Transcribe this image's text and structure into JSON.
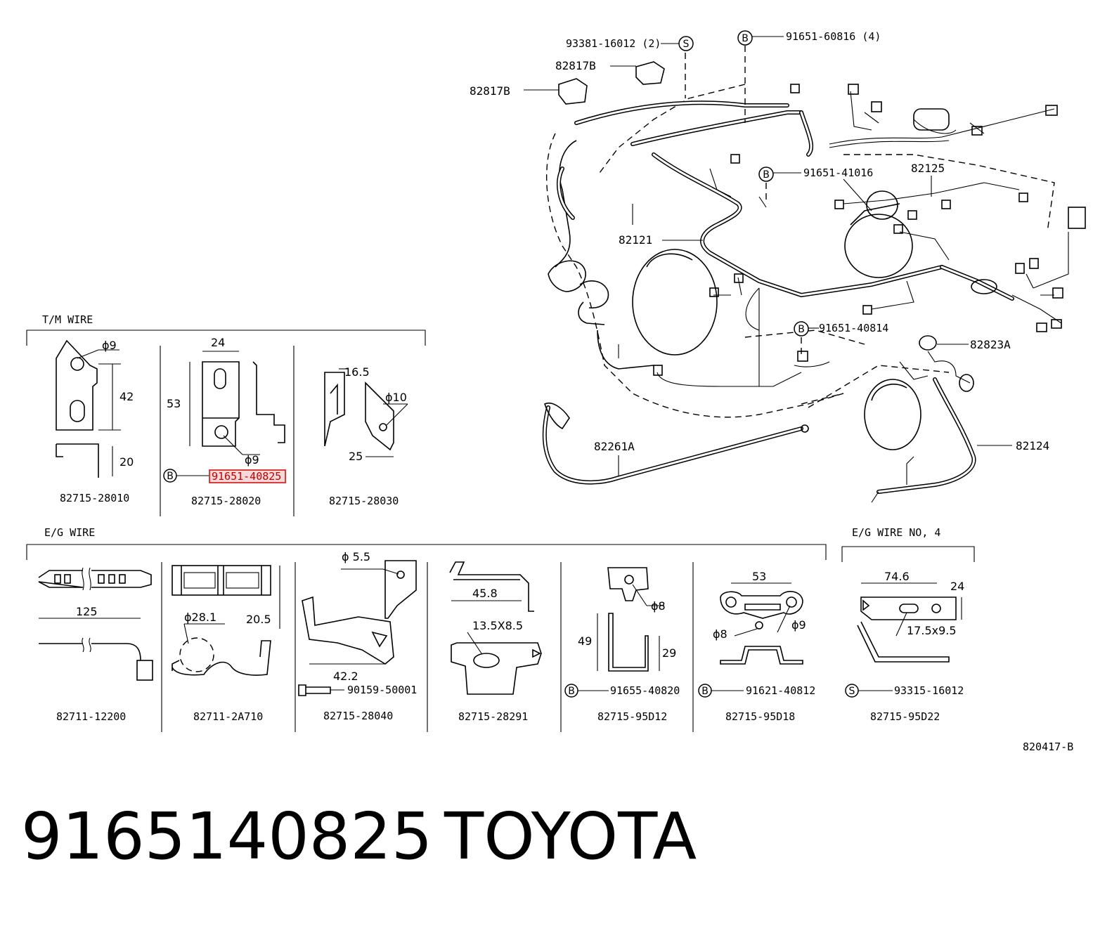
{
  "symbols": {
    "b": "B",
    "s": "S"
  },
  "callouts": {
    "c93381": "93381-16012 (2)",
    "c91651_60816": "91651-60816 (4)",
    "c82817b": "82817B",
    "c91651_41016": "91651-41016",
    "c82125": "82125",
    "c82121": "82121",
    "c91651_40814": "91651-40814",
    "c82823a": "82823A",
    "c82261a": "82261A",
    "c82124": "82124"
  },
  "sections": {
    "tm_wire": "T/M WIRE",
    "eg_wire": "E/G WIRE",
    "eg_wire_no4": "E/G WIRE NO, 4"
  },
  "tm_parts": {
    "p1": {
      "part_no": "82715-28010",
      "dim_hole": "ϕ9",
      "dim_h": "42",
      "dim_w": "20"
    },
    "p2": {
      "part_no": "82715-28020",
      "dim_w": "24",
      "dim_h": "53",
      "dim_hole": "ϕ9",
      "bolt": "91651-40825"
    },
    "p3": {
      "part_no": "82715-28030",
      "dim_top": "16.5",
      "dim_hole": "ϕ10",
      "dim_w": "25"
    }
  },
  "eg_parts": {
    "p1": {
      "part_no": "82711-12200",
      "dim_len": "125"
    },
    "p2": {
      "part_no": "82711-2A710",
      "dim_dia": "ϕ28.1",
      "dim_h": "20.5"
    },
    "p3": {
      "part_no": "82715-28040",
      "dim_hole": "ϕ 5.5",
      "dim_w": "42.2",
      "bolt": "90159-50001"
    },
    "p4": {
      "part_no": "82715-28291",
      "dim_w": "45.8",
      "dim_slot": "13.5X8.5"
    },
    "p5": {
      "part_no": "82715-95D12",
      "dim_hole": "ϕ8",
      "dim_h": "49",
      "dim_h2": "29",
      "bolt": "91655-40820"
    },
    "p6": {
      "part_no": "82715-95D18",
      "dim_w": "53",
      "dim_hole_a": "ϕ8",
      "dim_hole_b": "ϕ9",
      "bolt": "91621-40812"
    }
  },
  "eg4_parts": {
    "p1": {
      "part_no": "82715-95D22",
      "dim_w": "74.6",
      "dim_h": "24",
      "dim_slot": "17.5x9.5",
      "bolt": "93315-16012"
    }
  },
  "figure_code": "820417-B",
  "caption": {
    "part_number": "9165140825",
    "brand": "TOYOTA"
  },
  "highlight_color": "#d62a2a"
}
